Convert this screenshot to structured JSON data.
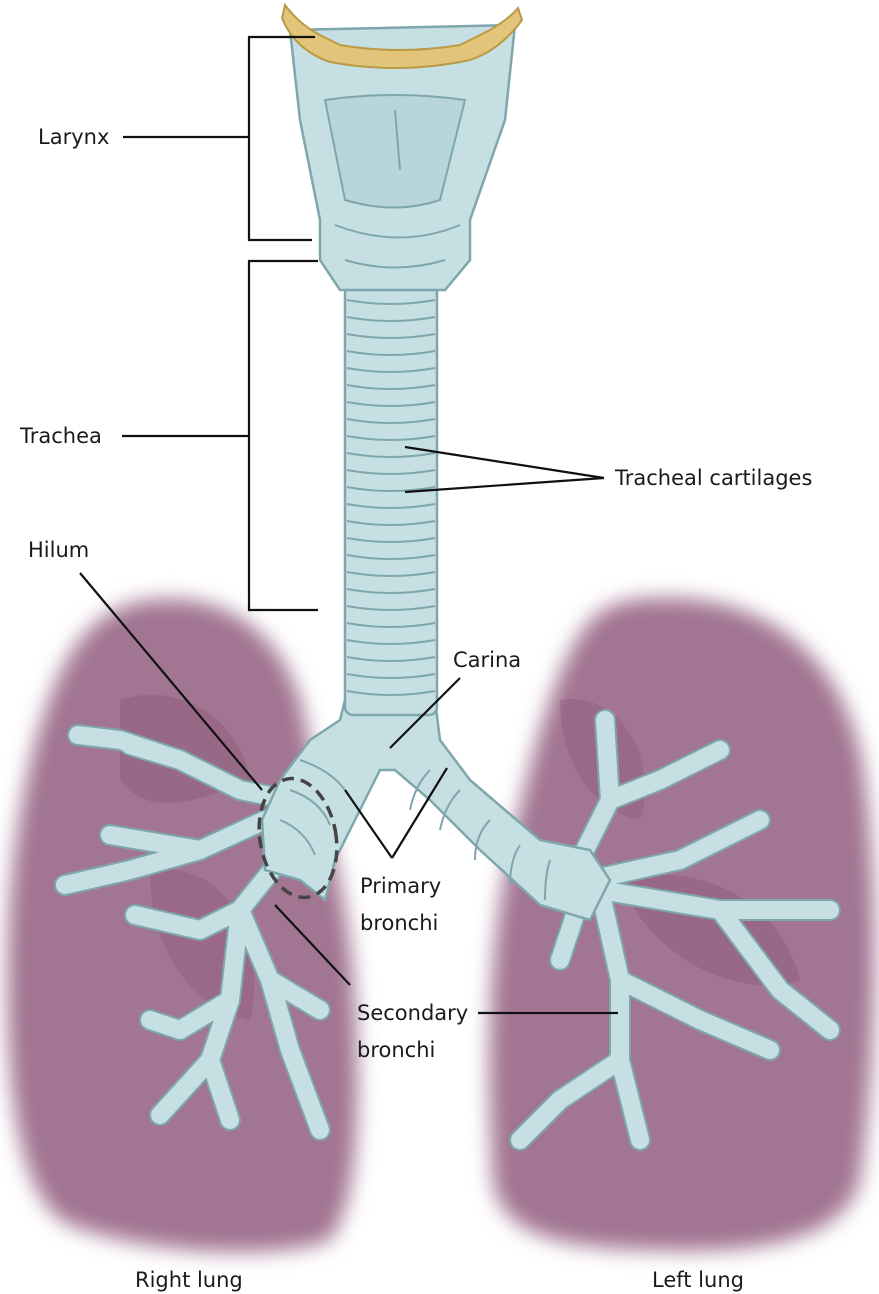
{
  "labels": {
    "larynx": "Larynx",
    "trachea": "Trachea",
    "tracheal_cartilages": "Tracheal cartilages",
    "hilum": "Hilum",
    "carina": "Carina",
    "primary_bronchi_line1": "Primary",
    "primary_bronchi_line2": "bronchi",
    "secondary_bronchi_line1": "Secondary",
    "secondary_bronchi_line2": "bronchi",
    "right_lung": "Right lung",
    "left_lung": "Left lung"
  },
  "colors": {
    "lung": "#9a6a89",
    "airway_fill": "#c6dfe3",
    "airway_outline": "#7ea6ad",
    "epiglottis": "#e2c57a",
    "leader_line": "#111111"
  }
}
